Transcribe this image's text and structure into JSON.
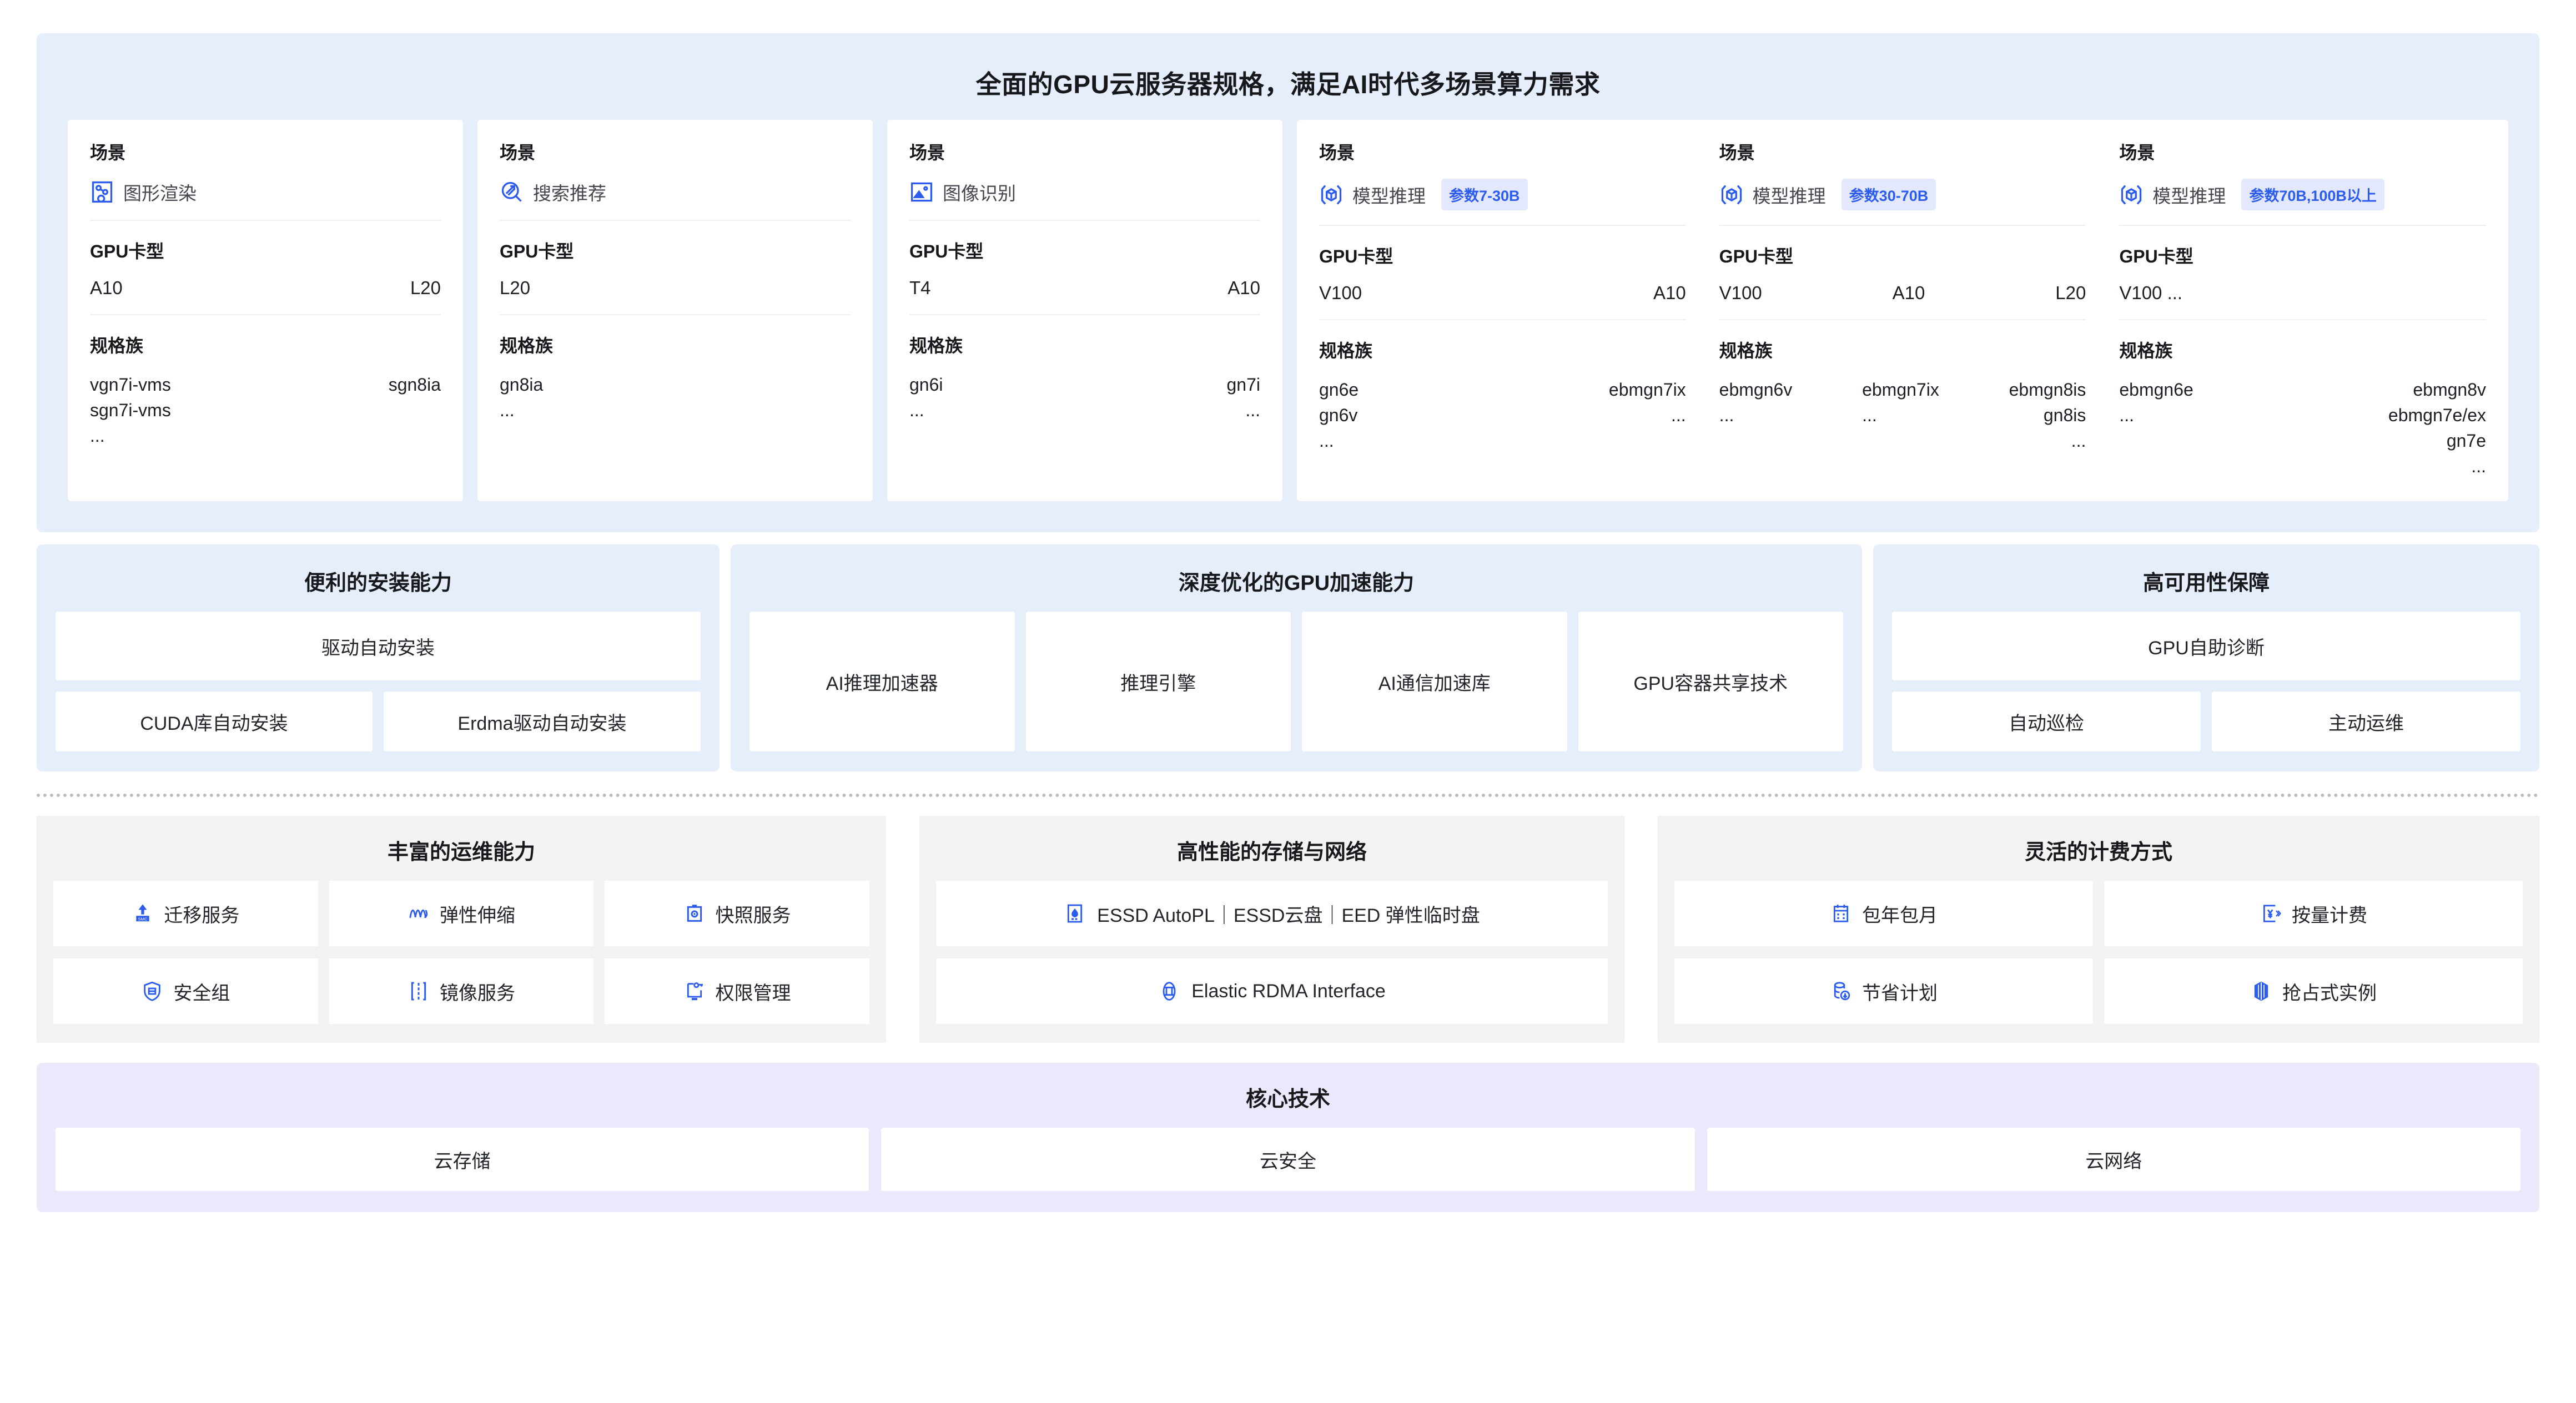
{
  "hero": {
    "title": "全面的GPU云服务器规格，满足AI时代多场景算力需求",
    "labels": {
      "scene": "场景",
      "gpu_card": "GPU卡型",
      "spec_family": "规格族"
    },
    "cards": [
      {
        "scene_name": "图形渲染",
        "scene_icon": "graphics-render-icon",
        "gpu_left": "A10",
        "gpu_right": "L20",
        "fam_left": [
          "vgn7i-vms",
          "sgn7i-vms",
          "..."
        ],
        "fam_right": [
          "sgn8ia"
        ]
      },
      {
        "scene_name": "搜索推荐",
        "scene_icon": "search-recommend-icon",
        "gpu_left": "L20",
        "gpu_right": "",
        "fam_left": [
          "gn8ia",
          "..."
        ],
        "fam_right": []
      },
      {
        "scene_name": "图像识别",
        "scene_icon": "image-recognition-icon",
        "gpu_left": "T4",
        "gpu_right": "A10",
        "fam_left": [
          "gn6i",
          "..."
        ],
        "fam_right": [
          "gn7i",
          "..."
        ]
      }
    ],
    "inference_cards": [
      {
        "scene_name": "模型推理",
        "scene_icon": "model-inference-icon",
        "badge": "参数7-30B",
        "gpu_left": "V100",
        "gpu_right": "A10",
        "fam_left": [
          "gn6e",
          "gn6v",
          "..."
        ],
        "fam_right": [
          "ebmgn7ix",
          "..."
        ]
      },
      {
        "scene_name": "模型推理",
        "scene_icon": "model-inference-icon",
        "badge": "参数30-70B",
        "gpu_left": "V100",
        "gpu_mid": "A10",
        "gpu_right": "L20",
        "fam_cols": [
          [
            "ebmgn6v",
            "..."
          ],
          [
            "ebmgn7ix",
            "..."
          ],
          [
            "ebmgn8is",
            "gn8is",
            "..."
          ]
        ]
      },
      {
        "scene_name": "模型推理",
        "scene_icon": "model-inference-icon",
        "badge": "参数70B,100B以上",
        "gpu_left": "V100 ...",
        "gpu_right": "",
        "fam_left": [
          "ebmgn6e",
          "..."
        ],
        "fam_right": [
          "ebmgn8v",
          "ebmgn7e/ex",
          "gn7e",
          "..."
        ]
      }
    ]
  },
  "capabilities": {
    "install": {
      "title": "便利的安装能力",
      "primary": "驱动自动安装",
      "items": [
        "CUDA库自动安装",
        "Erdma驱动自动安装"
      ]
    },
    "accel": {
      "title": "深度优化的GPU加速能力",
      "items": [
        "AI推理加速器",
        "推理引擎",
        "AI通信加速库",
        "GPU容器共享技术"
      ]
    },
    "ha": {
      "title": "高可用性保障",
      "primary": "GPU自助诊断",
      "items": [
        "自动巡检",
        "主动运维"
      ]
    }
  },
  "ops": {
    "title": "丰富的运维能力",
    "items": [
      {
        "label": "迁移服务",
        "icon": "smc-migration-icon"
      },
      {
        "label": "弹性伸缩",
        "icon": "elastic-scaling-icon"
      },
      {
        "label": "快照服务",
        "icon": "snapshot-icon"
      },
      {
        "label": "安全组",
        "icon": "security-group-shield-icon"
      },
      {
        "label": "镜像服务",
        "icon": "image-service-icon"
      },
      {
        "label": "权限管理",
        "icon": "permission-key-icon"
      }
    ]
  },
  "storage": {
    "title": "高性能的存储与网络",
    "items": [
      {
        "label": "ESSD AutoPL｜ESSD云盘｜EED 弹性临时盘",
        "icon": "disk-icon"
      },
      {
        "label": "Elastic RDMA Interface",
        "icon": "rdma-network-icon"
      }
    ]
  },
  "billing": {
    "title": "灵活的计费方式",
    "items": [
      {
        "label": "包年包月",
        "icon": "calendar-icon"
      },
      {
        "label": "按量计费",
        "icon": "pay-as-you-go-icon"
      },
      {
        "label": "节省计划",
        "icon": "savings-plan-icon"
      },
      {
        "label": "抢占式实例",
        "icon": "spot-instance-icon"
      }
    ]
  },
  "core_tech": {
    "title": "核心技术",
    "items": [
      "云存储",
      "云安全",
      "云网络"
    ]
  },
  "colors": {
    "hero_bg": "#E7EEFB",
    "panel_grey": "#F3F3F4",
    "core_bg": "#EBE8FB",
    "accent_blue": "#2B5BEF",
    "badge_bg": "#E3E8FD"
  }
}
